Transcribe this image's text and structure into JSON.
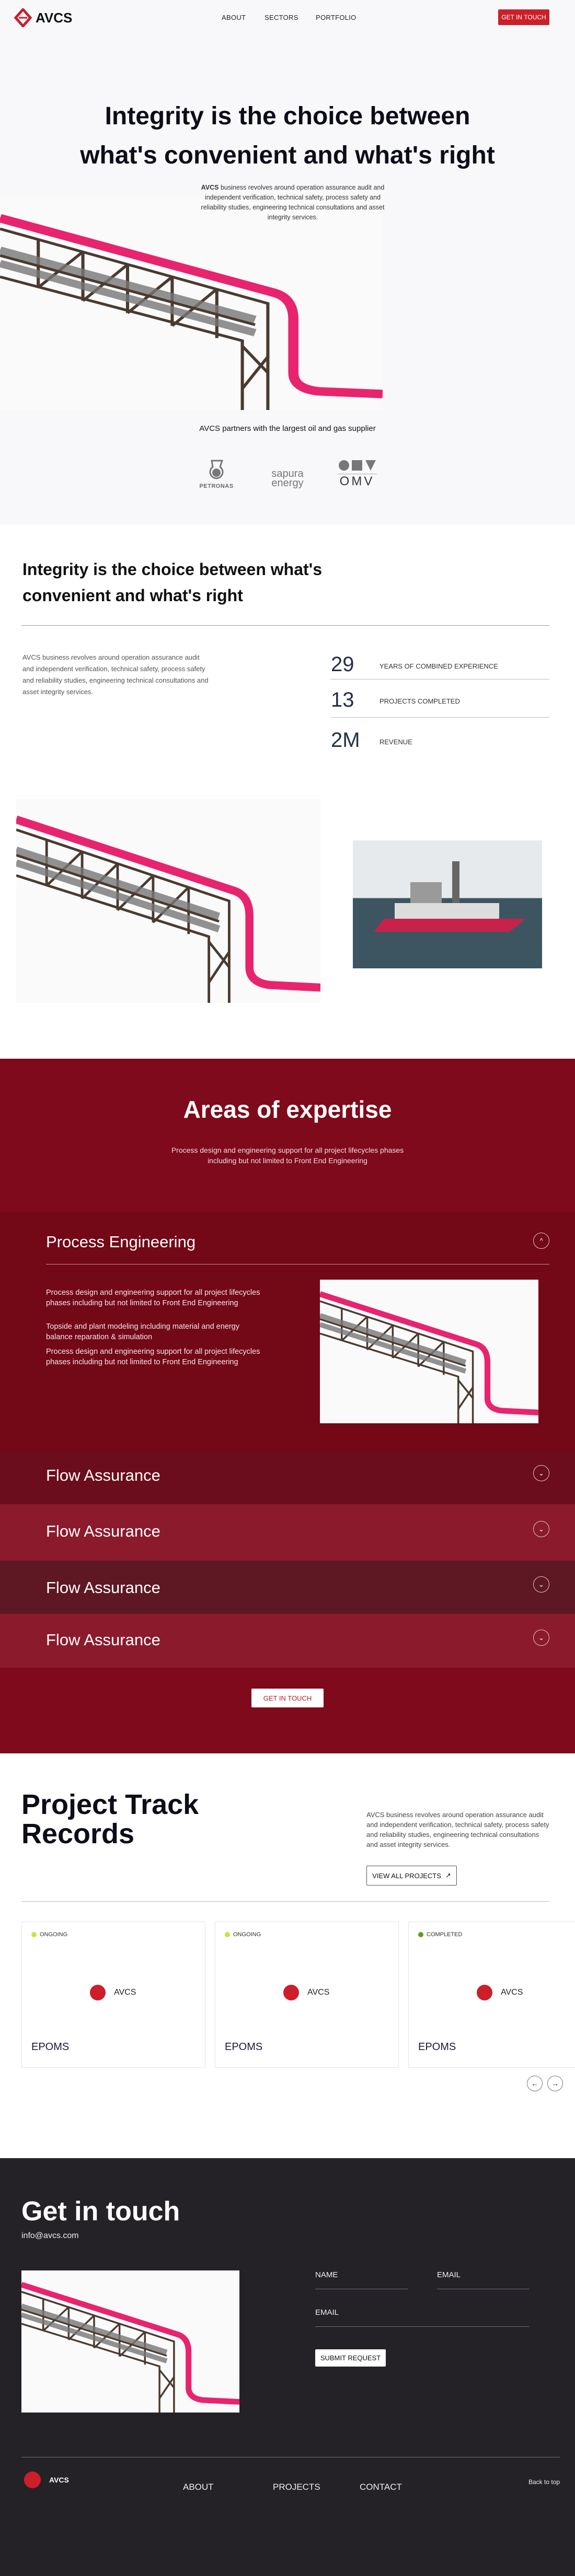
{
  "colors": {
    "brand_red": "#cc1f2a",
    "expertise_bg": "#7e0a1b",
    "footer_bg": "#242226",
    "ongoing": "#c4e640",
    "completed": "#5a9e1a"
  },
  "nav": {
    "logo": "AVCS",
    "links": [
      "ABOUT",
      "SECTORS",
      "PORTFOLIO"
    ],
    "cta": "GET IN TOUCH"
  },
  "hero": {
    "title_line1": "Integrity is the choice between",
    "title_line2": "what's convenient and what's right",
    "brand": "AVCS",
    "paragraph": " business revolves around operation assurance audit and independent verification, technical safety, process safety and reliability studies, engineering technical consultations and asset integrity services.",
    "partners_text": "AVCS partners with the largest oil and gas supplier",
    "partners": [
      "PETRONAS",
      "sapura energy",
      "OMV"
    ]
  },
  "about": {
    "title": "Integrity is the choice between what's convenient and what's right",
    "paragraph": "AVCS business revolves around operation assurance audit and independent verification, technical safety, process safety and reliability studies, engineering technical consultations and asset integrity services.",
    "stats": [
      {
        "value": "29",
        "label": "YEARS OF COMBINED EXPERIENCE"
      },
      {
        "value": "13",
        "label": "PROJECTS COMPLETED"
      },
      {
        "value": "2M",
        "label": "REVENUE"
      }
    ]
  },
  "expertise": {
    "title": "Areas of expertise",
    "subtitle": "Process design and engineering support for all project lifecycles phases including but not limited to Front End Engineering",
    "open_item": {
      "title": "Process Engineering",
      "icon": "chevron-up-icon",
      "paragraphs": [
        "Process design and engineering support for all project lifecycles phases including but not limited to Front End Engineering",
        "Topside and plant modeling including material and energy balance reparation & simulation",
        "Process design and engineering support for all project lifecycles phases including but not limited to Front End Engineering"
      ]
    },
    "items": [
      {
        "title": "Flow Assurance",
        "bg": "#6b0d1c"
      },
      {
        "title": "Flow Assurance",
        "bg": "#8b1a2c"
      },
      {
        "title": "Flow Assurance",
        "bg": "#5e1824"
      },
      {
        "title": "Flow Assurance",
        "bg": "#8b1a2c"
      }
    ],
    "cta": "GET IN TOUCH"
  },
  "projects": {
    "title_line1": "Project Track",
    "title_line2": "Records",
    "paragraph": "AVCS business revolves around operation assurance audit and independent verification, technical safety, process safety and reliability studies, engineering technical consultations and asset integrity services.",
    "view_all": "VIEW ALL PROJECTS",
    "cards": [
      {
        "status": "ONGOING",
        "logo": "AVCS",
        "name": "EPOMS"
      },
      {
        "status": "ONGOING",
        "logo": "AVCS",
        "name": "EPOMS"
      },
      {
        "status": "COMPLETED",
        "logo": "AVCS",
        "name": "EPOMS"
      }
    ]
  },
  "contact": {
    "title": "Get in touch",
    "email": "info@avcs.com",
    "fields": {
      "name": "NAME",
      "email": "EMAIL",
      "email2": "EMAIL"
    },
    "submit": "SUBMIT REQUEST"
  },
  "footer": {
    "logo": "AVCS",
    "links": [
      "ABOUT",
      "PROJECTS",
      "CONTACT"
    ],
    "back_to_top": "Back to top"
  }
}
